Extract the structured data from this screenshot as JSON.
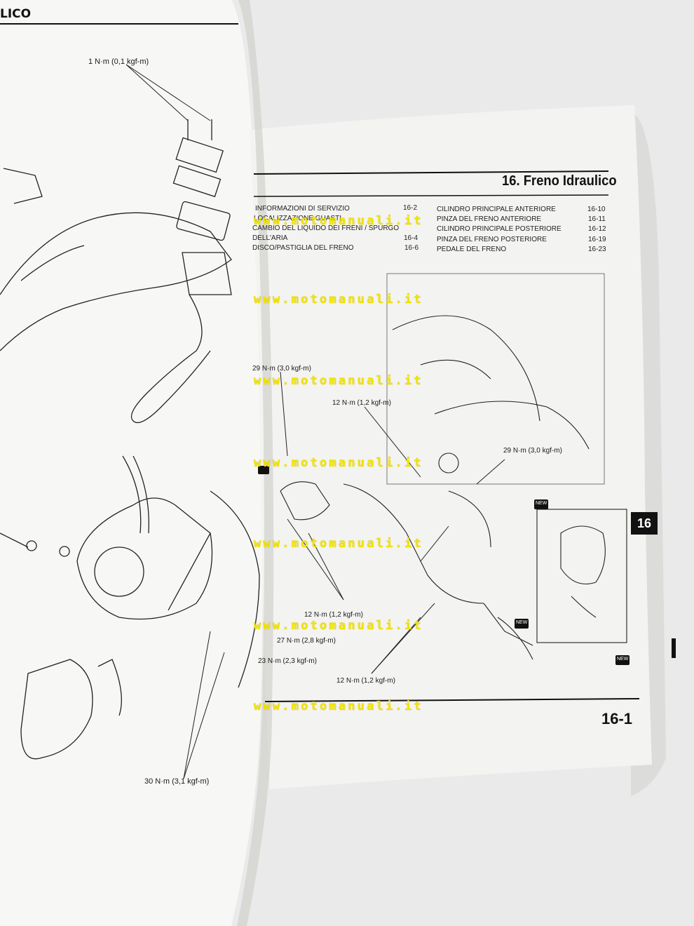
{
  "header_left": "LICO",
  "chapter_title": "16. Freno Idraulico",
  "toc": {
    "left": [
      {
        "label": "INFORMAZIONI DI SERVIZIO",
        "page": "16-2"
      },
      {
        "label": "LOCALIZZAZIONE GUASTI",
        "page": ""
      },
      {
        "label": "CAMBIO DEL LIQUIDO DEI FRENI / SPURGO",
        "page": ""
      },
      {
        "label": "DELL'ARIA",
        "page": "16-4"
      },
      {
        "label": "DISCO/PASTIGLIA DEL FRENO",
        "page": "16-6"
      }
    ],
    "right": [
      {
        "label": "CILINDRO PRINCIPALE ANTERIORE",
        "page": "16-10"
      },
      {
        "label": "PINZA DEL FRENO ANTERIORE",
        "page": "16-11"
      },
      {
        "label": "CILINDRO PRINCIPALE POSTERIORE",
        "page": "16-12"
      },
      {
        "label": "PINZA DEL FRENO POSTERIORE",
        "page": "16-19"
      },
      {
        "label": "PEDALE DEL FRENO",
        "page": "16-23"
      }
    ]
  },
  "torque_labels": {
    "left_top": "1 N·m (0,1 kgf-m)",
    "left_bottom": "30 N·m (3,1 kgf-m)",
    "r_29a": "29 N·m (3,0 kgf-m)",
    "r_12a": "12 N·m (1,2 kgf-m)",
    "r_29b": "29 N·m (3,0 kgf-m)",
    "r_12b": "12 N·m (1,2 kgf-m)",
    "r_27": "27 N·m (2,8 kgf-m)",
    "r_23": "23 N·m (2,3 kgf-m)",
    "r_12c": "12 N·m (1,2 kgf-m)"
  },
  "new_badge": "NEW",
  "section_tab": "16",
  "page_number": "16-1",
  "watermark": "www.motomanuali.it",
  "colors": {
    "paper_left": "#f7f7f5",
    "paper_right": "#f3f3f1",
    "ink": "#1a1a1a",
    "watermark": "#f2e400",
    "background": "#eaeaea"
  }
}
